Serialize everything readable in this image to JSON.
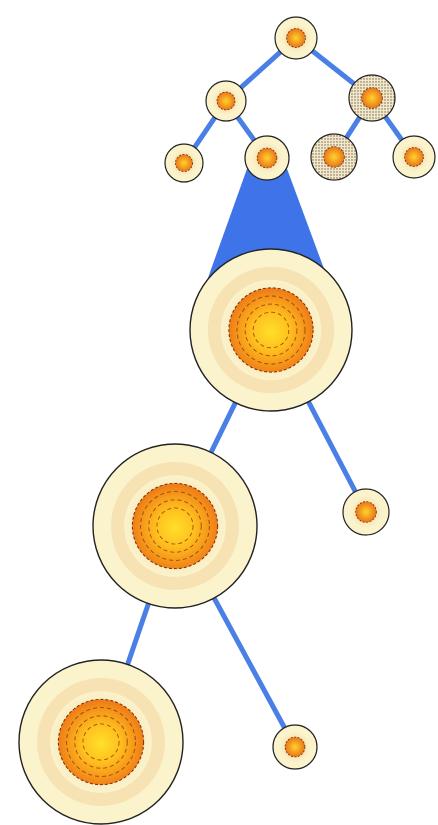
{
  "colors": {
    "edge": "#4a7fe6",
    "zoom_wedge": "#3f74e8",
    "node_outline": "#222222",
    "halo_outer": "#fbf3cc",
    "halo_mid": "#f7e2b4",
    "core_outer": "#f08a1c",
    "core_inner": "#ffe02a",
    "hatched_fill": "#f2e6c6",
    "dash": "#7a2f00"
  },
  "tree": {
    "nodes": [
      {
        "id": "n-top",
        "style": "small"
      },
      {
        "id": "n-left",
        "style": "small"
      },
      {
        "id": "n-right-hatched",
        "style": "hatched"
      },
      {
        "id": "n-left-left",
        "style": "small"
      },
      {
        "id": "n-left-right",
        "style": "small"
      },
      {
        "id": "n-right-left-hatched",
        "style": "hatched"
      },
      {
        "id": "n-right-right",
        "style": "small"
      },
      {
        "id": "big-a",
        "style": "large"
      },
      {
        "id": "big-a-right",
        "style": "small"
      },
      {
        "id": "big-b",
        "style": "large"
      },
      {
        "id": "big-b-right",
        "style": "small"
      },
      {
        "id": "big-c",
        "style": "large"
      }
    ],
    "edges": [
      [
        "n-top",
        "n-left"
      ],
      [
        "n-top",
        "n-right-hatched"
      ],
      [
        "n-left",
        "n-left-left"
      ],
      [
        "n-left",
        "n-left-right"
      ],
      [
        "n-right-hatched",
        "n-right-left-hatched"
      ],
      [
        "n-right-hatched",
        "n-right-right"
      ],
      [
        "big-a",
        "big-b"
      ],
      [
        "big-a",
        "big-a-right"
      ],
      [
        "big-b",
        "big-c"
      ],
      [
        "big-b",
        "big-b-right"
      ]
    ],
    "zoom": {
      "from": "n-left-right",
      "to": "big-a"
    }
  }
}
